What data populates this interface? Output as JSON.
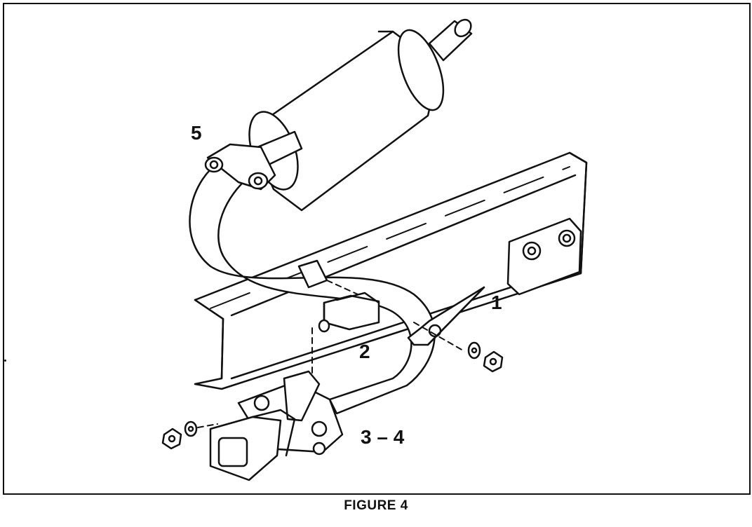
{
  "figure": {
    "caption": "FIGURE 4",
    "callouts": {
      "c1": "1",
      "c2": "2",
      "c34": "3 – 4",
      "c5": "5"
    }
  },
  "colors": {
    "ink": "#111111",
    "paper": "#ffffff"
  }
}
